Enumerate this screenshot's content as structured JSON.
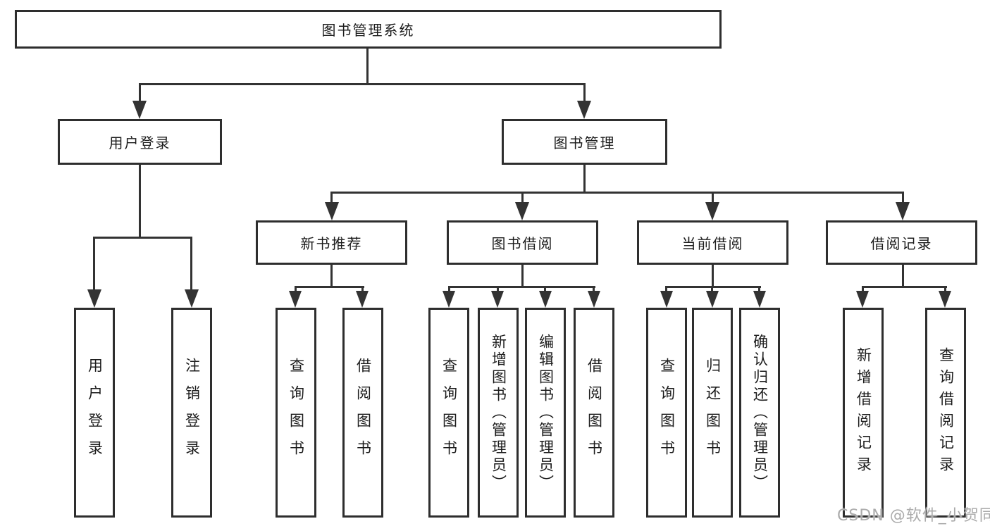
{
  "nodes": {
    "root": "图书管理系统",
    "user_login": "用户登录",
    "book_management": "图书管理",
    "new_book_recommend": "新书推荐",
    "book_borrow": "图书借阅",
    "current_borrow": "当前借阅",
    "borrow_records": "借阅记录"
  },
  "leaves": {
    "user_login": [
      "用户登录",
      "注销登录"
    ],
    "new_book_recommend": [
      "查询图书",
      "借阅图书"
    ],
    "book_borrow": [
      "查询图书",
      "新增图书（管理员）",
      "编辑图书（管理员）",
      "借阅图书"
    ],
    "current_borrow": [
      "查询图书",
      "归还图书",
      "确认归还（管理员）"
    ],
    "borrow_records": [
      "新增借阅记录",
      "查询借阅记录"
    ]
  },
  "watermark": "CSDN @软件_小贺同学",
  "colors": {
    "line": "#333333",
    "border": "#2e2e2e",
    "box_bg": "#ffffff",
    "text": "#1c1c1c",
    "watermark": "#ababab"
  }
}
